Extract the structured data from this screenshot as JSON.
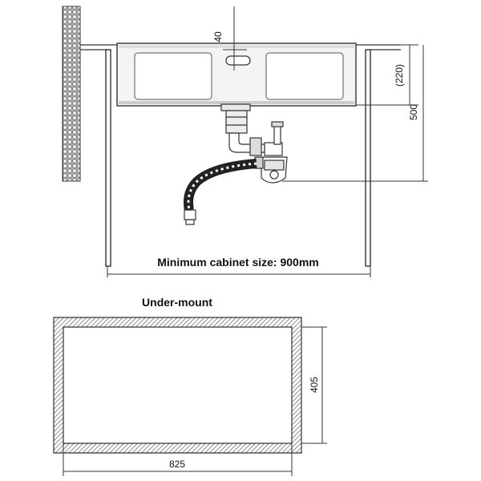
{
  "dimensions": {
    "depth_40": "40",
    "depth_220": "(220)",
    "height_500": "500",
    "cutout_width": "825",
    "cutout_depth": "405"
  },
  "labels": {
    "cabinet_caption": "Minimum cabinet size: 900mm",
    "mount_title": "Under-mount"
  }
}
